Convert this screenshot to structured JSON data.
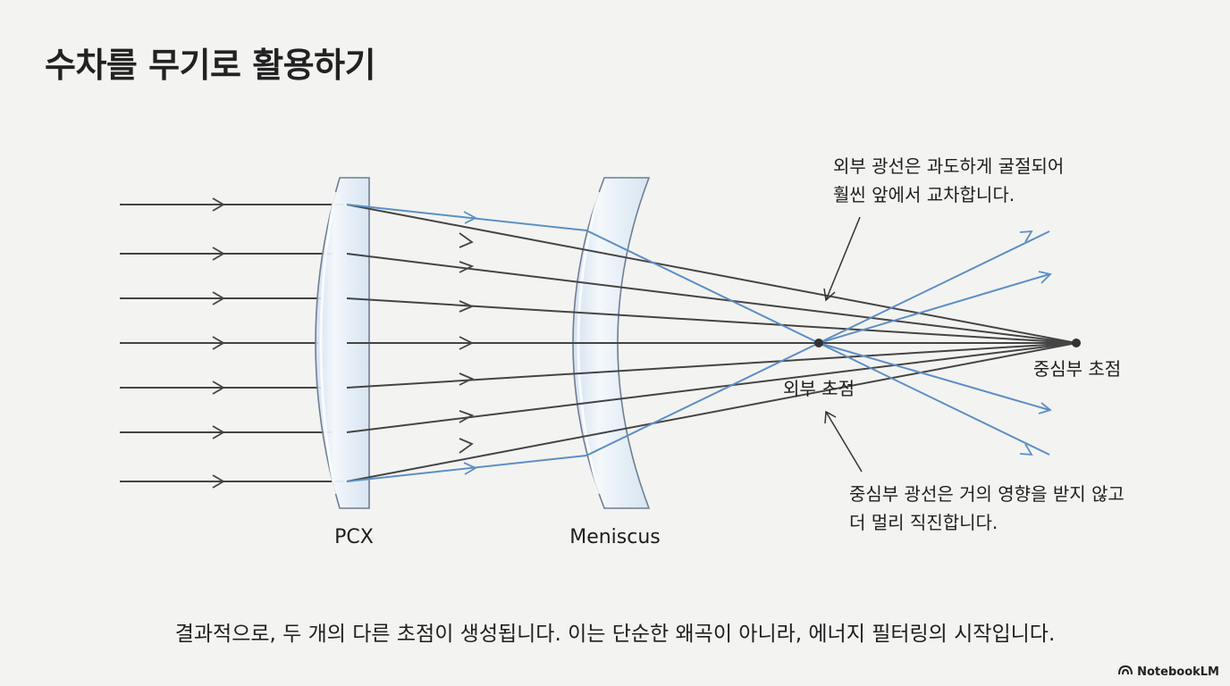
{
  "title": "수차를 무기로 활용하기",
  "lenses": {
    "pcx_label": "PCX",
    "meniscus_label": "Meniscus"
  },
  "annotations": {
    "outer_rays_line1": "외부 광선은 과도하게 굴절되어",
    "outer_rays_line2": "훨씬 앞에서 교차합니다.",
    "outer_focus": "외부 초점",
    "central_focus": "중심부 초점",
    "central_rays_line1": "중심부 광선은 거의 영향을 받지 않고",
    "central_rays_line2": "더 멀리 직진합니다."
  },
  "caption": "결과적으로, 두 개의 다른 초점이 생성됩니다. 이는 단순한 왜곡이 아니라, 에너지 필터링의 시작입니다.",
  "brand": {
    "name": "NotebookLM",
    "icon": "notebooklm-logo-icon"
  },
  "colors": {
    "background": "#f3f3f1",
    "dark_ray": "#444444",
    "blue_ray": "#5b8fc7",
    "lens_fill": "#dbe7f3",
    "lens_stroke": "#6d7f92"
  }
}
